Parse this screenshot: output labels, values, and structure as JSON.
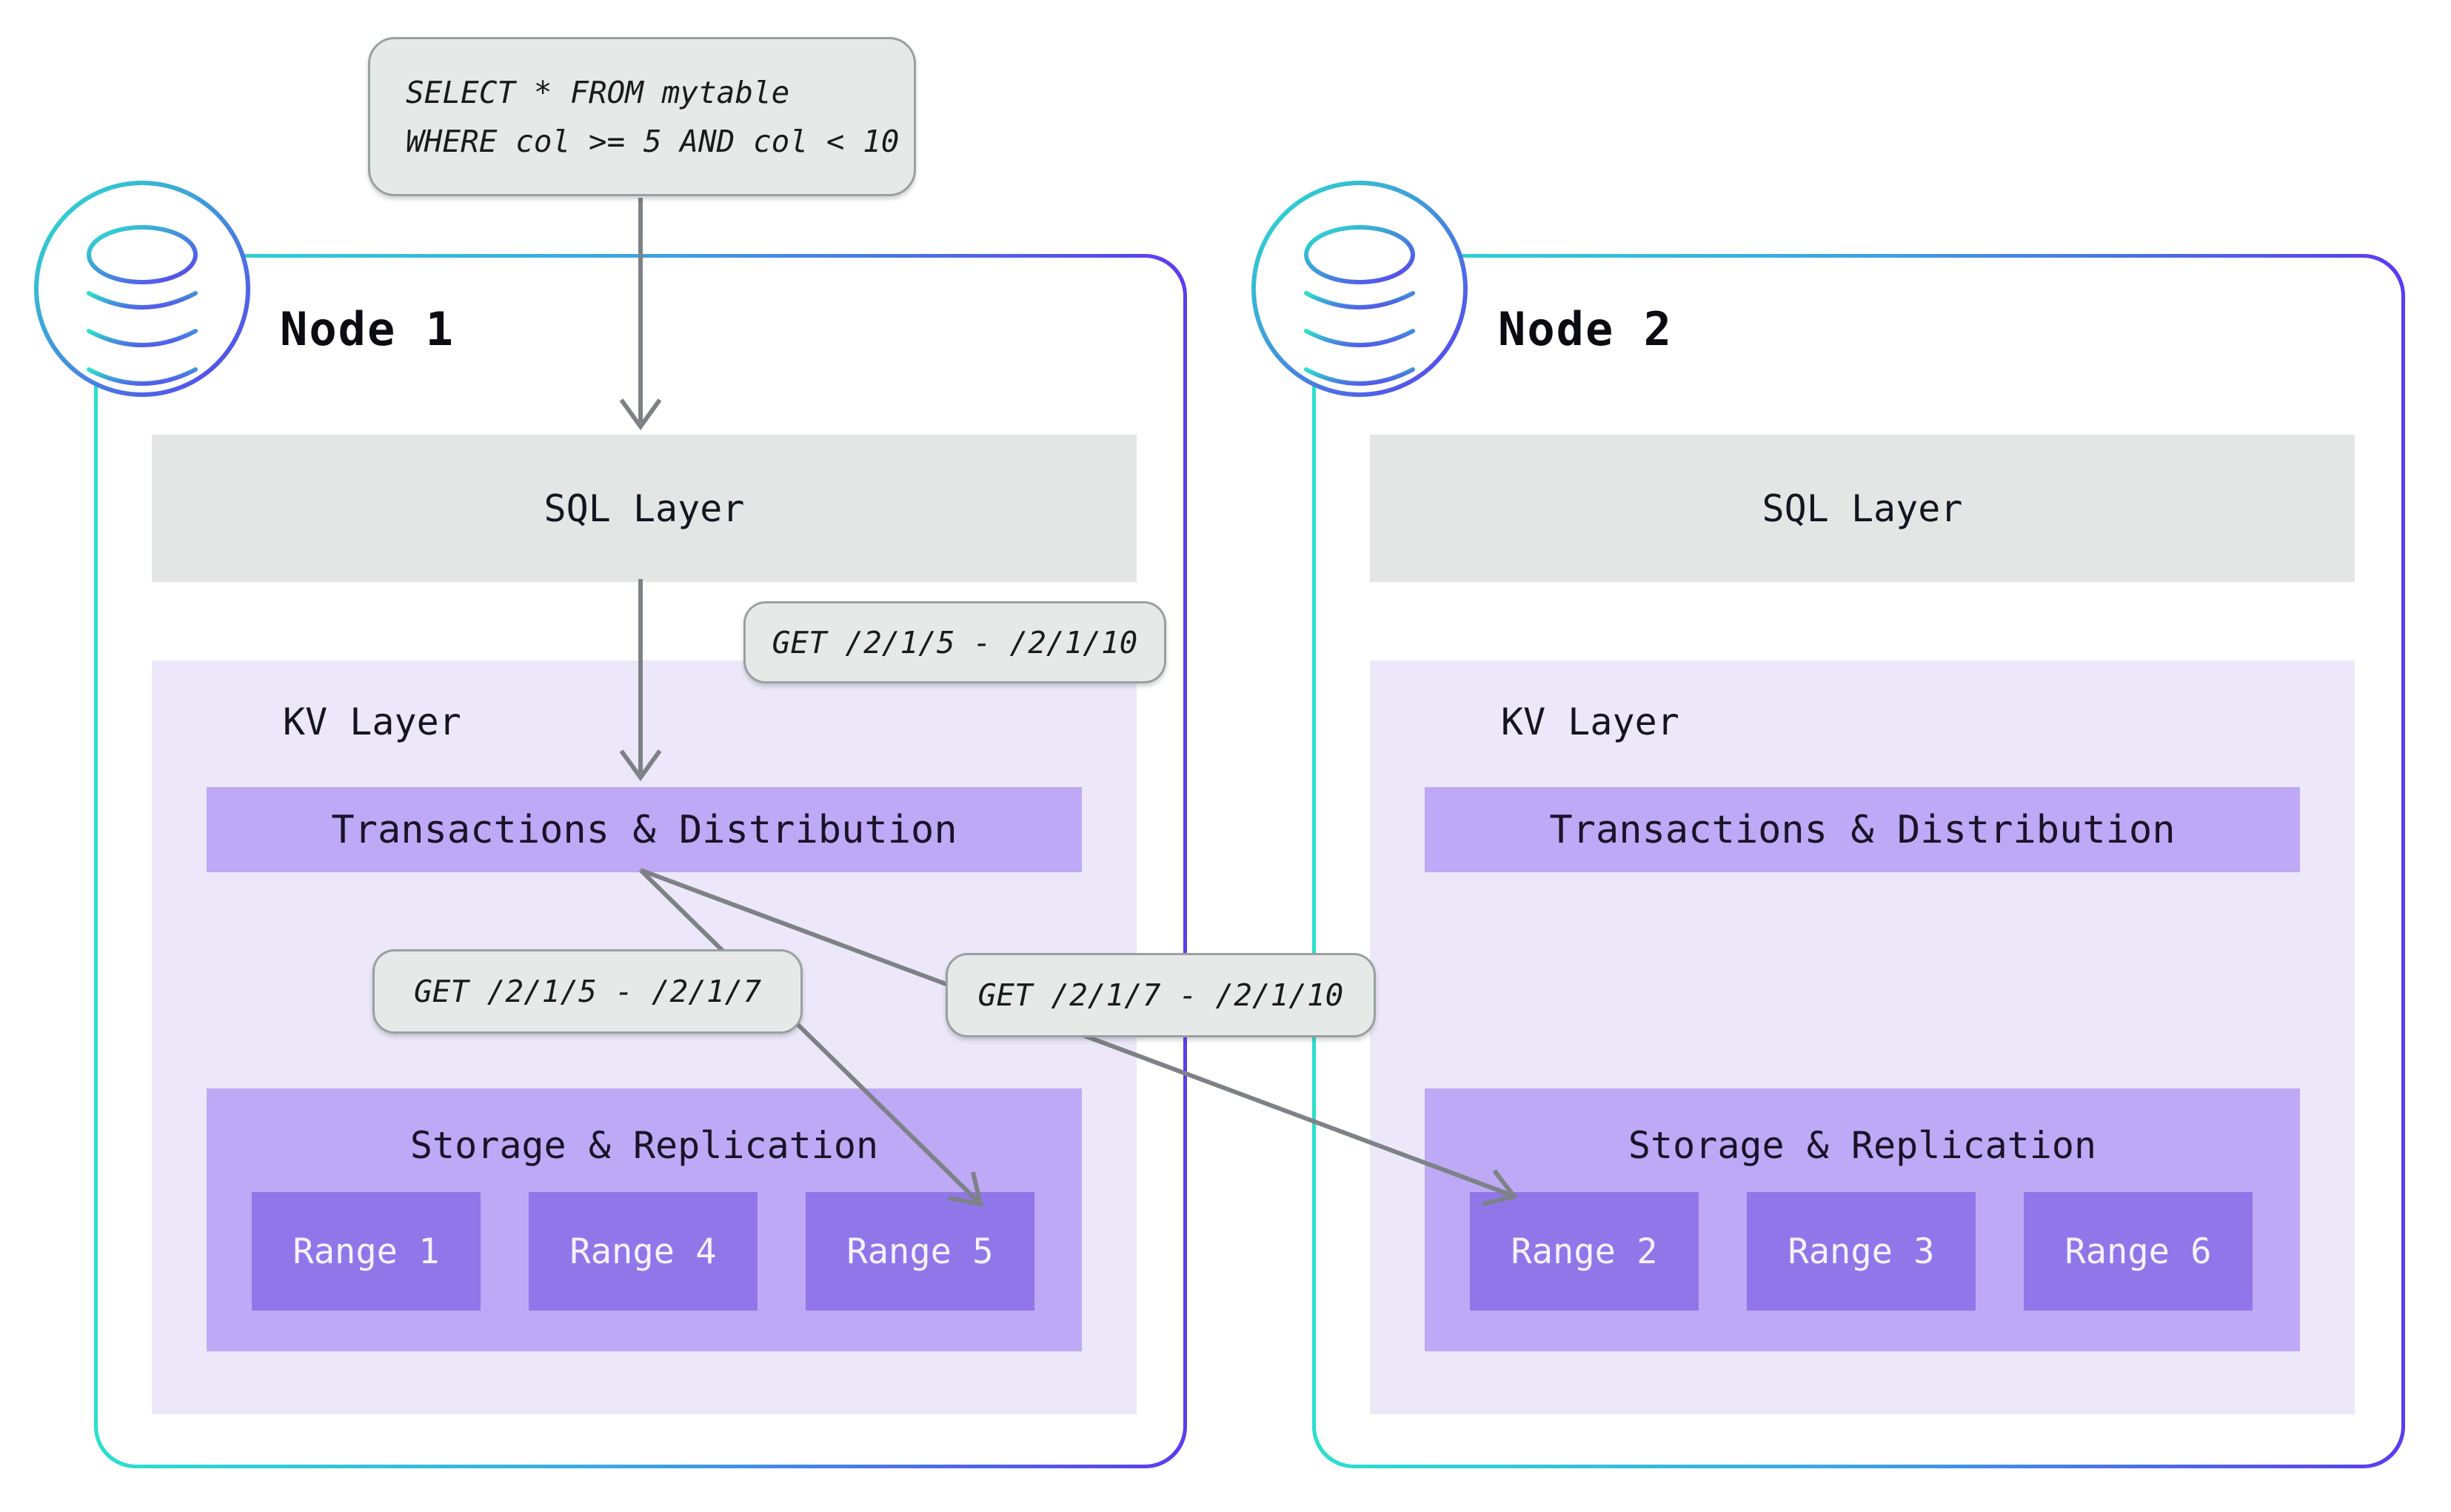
{
  "query": {
    "line1": "SELECT * FROM mytable",
    "line2": "WHERE col >= 5 AND col < 10"
  },
  "callouts": {
    "sql_to_kv": "GET /2/1/5 - /2/1/10",
    "kv_to_range5": "GET /2/1/5 - /2/1/7",
    "kv_to_node2": "GET /2/1/7 - /2/1/10"
  },
  "nodes": [
    {
      "title": "Node 1",
      "sql_layer": "SQL Layer",
      "kv_layer": "KV Layer",
      "transactions": "Transactions & Distribution",
      "storage": "Storage & Replication",
      "ranges": [
        "Range 1",
        "Range 4",
        "Range 5"
      ]
    },
    {
      "title": "Node 2",
      "sql_layer": "SQL Layer",
      "kv_layer": "KV Layer",
      "transactions": "Transactions & Distribution",
      "storage": "Storage & Replication",
      "ranges": [
        "Range 2",
        "Range 3",
        "Range 6"
      ]
    }
  ],
  "colors": {
    "accent_teal": "#2be0cd",
    "accent_purple": "#5b3cee",
    "arrow_gray": "#7d8286",
    "sql_bar_gray": "#e4e6e6",
    "kv_bg_lavender": "#ece8f9",
    "purple_bar": "#bda9f6",
    "range_purple": "#8f77e9",
    "callout_bg": "#e7e9e8",
    "callout_border": "#9aa0a1"
  }
}
